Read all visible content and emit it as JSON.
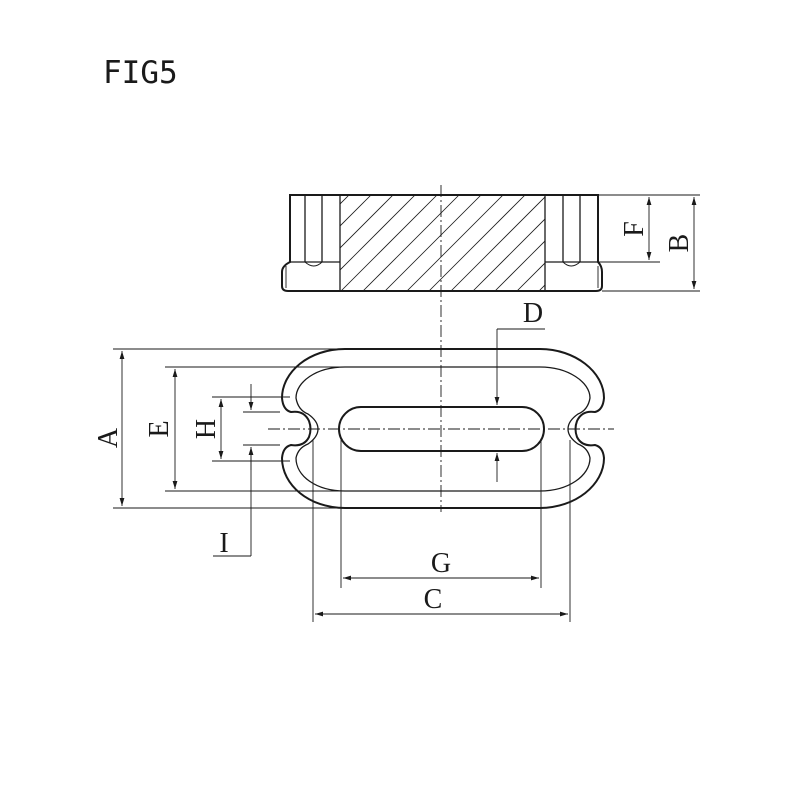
{
  "figure": {
    "title": "FIG5",
    "labels": {
      "A": "A",
      "B": "B",
      "C": "C",
      "D": "D",
      "E": "E",
      "F": "F",
      "G": "G",
      "H": "H",
      "I": "I"
    }
  },
  "colors": {
    "line": "#1a1a1a",
    "background": "#ffffff"
  }
}
